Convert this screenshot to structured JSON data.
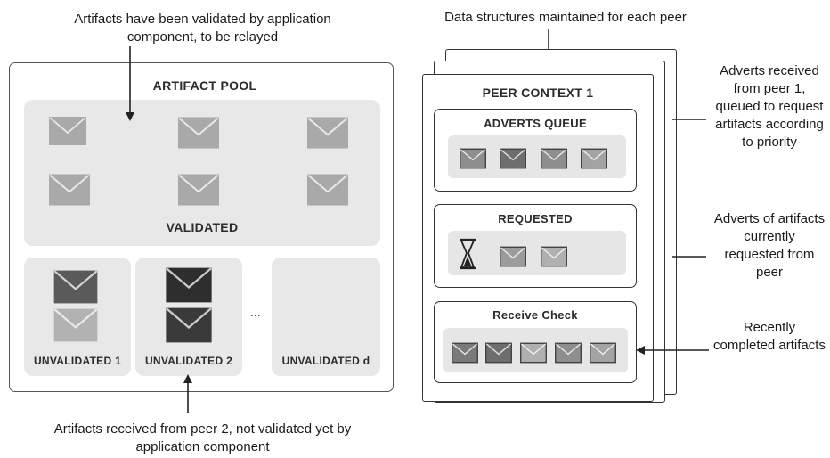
{
  "annotations": {
    "top_left": "Artifacts have been validated by application component, to be relayed",
    "bottom_left": "Artifacts received from peer 2, not validated yet by application component",
    "top_right": "Data structures maintained for each peer",
    "adverts_received": "Adverts received from peer 1, queued to request artifacts according to priority",
    "adverts_requested": "Adverts of artifacts currently requested from peer",
    "recently_completed": "Recently completed artifacts"
  },
  "artifact_pool": {
    "title": "ARTIFACT POOL",
    "validated_label": "VALIDATED",
    "unvalidated": [
      {
        "label": "UNVALIDATED 1"
      },
      {
        "label": "UNVALIDATED 2"
      },
      {
        "label": "UNVALIDATED d"
      }
    ],
    "ellipsis": "..."
  },
  "peer_context": {
    "title": "PEER CONTEXT 1",
    "adverts_queue_label": "ADVERTS QUEUE",
    "requested_label": "REQUESTED",
    "receive_check_label": "Receive Check"
  },
  "icons": {
    "artifact": "envelope-icon",
    "pending": "hourglass-icon"
  },
  "colors": {
    "envelope_light": "#a9a9a9",
    "envelope_mid": "#8e8e8e",
    "envelope_dark": "#4f4f4f",
    "envelope_darkest": "#2e2e2e",
    "panel_gray": "#e8e8e8"
  }
}
